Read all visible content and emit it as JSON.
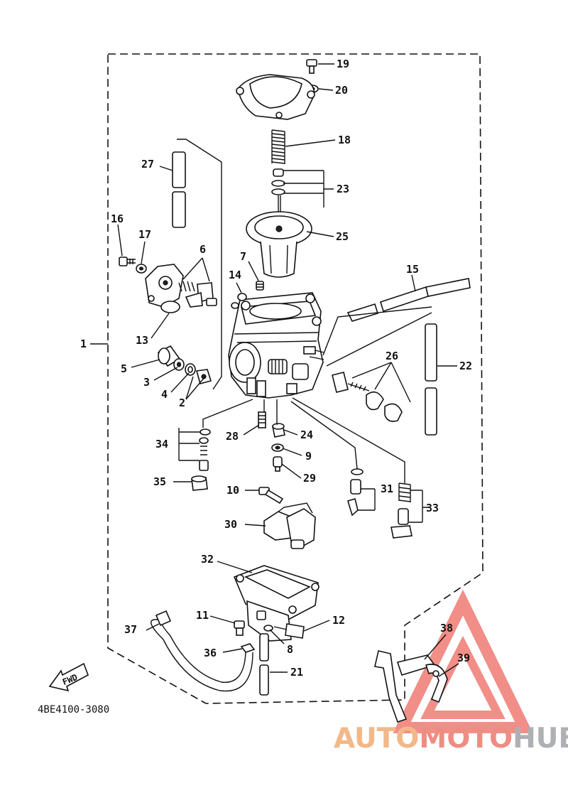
{
  "diagram": {
    "part_code": "4BE4100-3080",
    "fwd_label": "FWD",
    "part_numbers": [
      "1",
      "2",
      "3",
      "4",
      "5",
      "6",
      "7",
      "8",
      "9",
      "10",
      "11",
      "12",
      "13",
      "14",
      "15",
      "16",
      "17",
      "18",
      "19",
      "20",
      "21",
      "22",
      "23",
      "24",
      "25",
      "26",
      "27",
      "28",
      "29",
      "30",
      "31",
      "32",
      "33",
      "34",
      "35",
      "36",
      "37",
      "38",
      "39"
    ]
  },
  "watermark": {
    "part1": "AUTO",
    "part2": "MOTO",
    "part3": "HUB",
    "colors": {
      "auto": "#f2b88a",
      "moto": "#ef8d83",
      "hub": "#aeb0b3",
      "triangle": "#ef7b74"
    }
  }
}
